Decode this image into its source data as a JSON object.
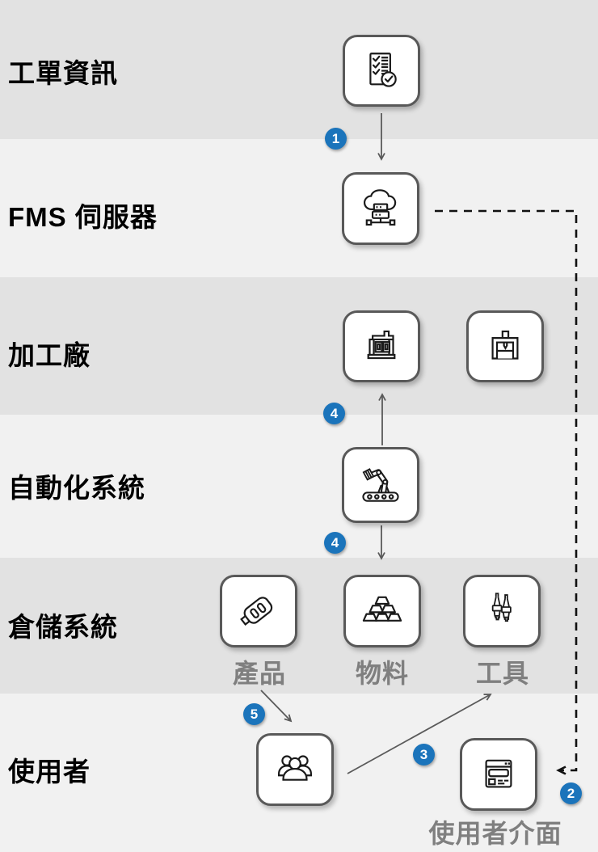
{
  "lanes": [
    {
      "label": "工單資訊"
    },
    {
      "label": "FMS 伺服器"
    },
    {
      "label": "加工廠"
    },
    {
      "label": "自動化系統"
    },
    {
      "label": "倉儲系統"
    },
    {
      "label": "使用者"
    }
  ],
  "storage_items": [
    {
      "label": "產品"
    },
    {
      "label": "物料"
    },
    {
      "label": "工具"
    }
  ],
  "user_interface_label": "使用者介面",
  "steps": {
    "step1": "1",
    "step2": "2",
    "step3": "3",
    "step4_upper": "4",
    "step4_lower": "4",
    "step5": "5"
  },
  "icons": {
    "work_order": "checklist-document-icon",
    "fms_server": "cloud-server-icon",
    "machine_a": "cnc-machine-icon",
    "machine_b": "press-machine-icon",
    "automation": "robot-arm-conveyor-icon",
    "product": "pedal-part-icon",
    "material": "ingot-stack-icon",
    "tool": "tool-bits-icon",
    "user": "people-group-icon",
    "user_interface": "browser-window-icon"
  },
  "colors": {
    "lane_dark": "#e2e2e2",
    "lane_light": "#f1f1f1",
    "badge_blue": "#1b74bb",
    "node_border": "#595959",
    "arrow_gray": "#5a5a5a",
    "dashed_black": "#111111",
    "label_black": "#000000",
    "label_gray": "#7f7f7f"
  }
}
